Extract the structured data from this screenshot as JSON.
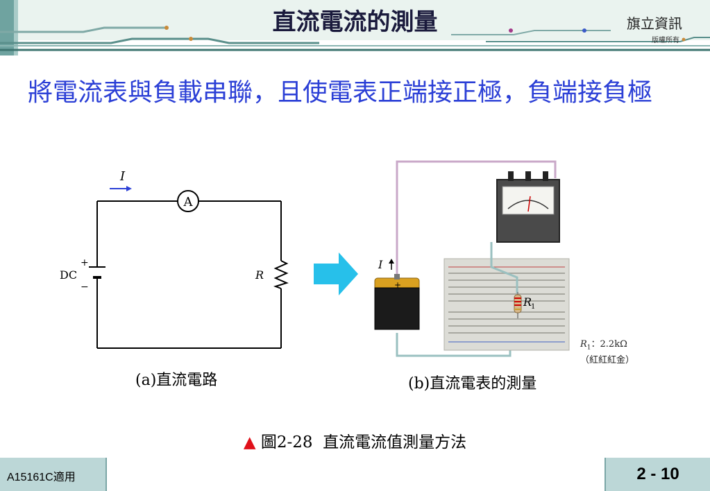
{
  "header": {
    "title": "直流電流的測量",
    "publisher": "旗立資訊",
    "copyright": "版權所有"
  },
  "main": {
    "text": "將電流表與負載串聯，且使電表正端接正極，負端接負極"
  },
  "figure_a": {
    "current_label": "I",
    "ammeter_label": "A",
    "source_label": "DC",
    "plus": "+",
    "minus": "−",
    "resistor_label": "R",
    "caption_letter": "(a)",
    "caption_text": "直流電路"
  },
  "figure_b": {
    "current_label": "I",
    "resistor_label": "R",
    "resistor_sub": "1",
    "battery_plus": "+",
    "spec_R": "R",
    "spec_sub": "1",
    "spec_value": "：2.2kΩ",
    "spec_colors": "（紅紅紅金）",
    "caption_letter": "(b)",
    "caption_text": "直流電表的測量"
  },
  "figure_caption": {
    "marker": "▲",
    "number": "圖2-28",
    "text": "直流電流值測量方法"
  },
  "footer": {
    "left": "A15161C適用",
    "page": "2 - 10"
  },
  "colors": {
    "title": "#1a1a3c",
    "main_text": "#2b3fd6",
    "arrow": "#27c0ea",
    "footer_bg": "#bcd7d7",
    "figure_marker": "#e0101a"
  }
}
